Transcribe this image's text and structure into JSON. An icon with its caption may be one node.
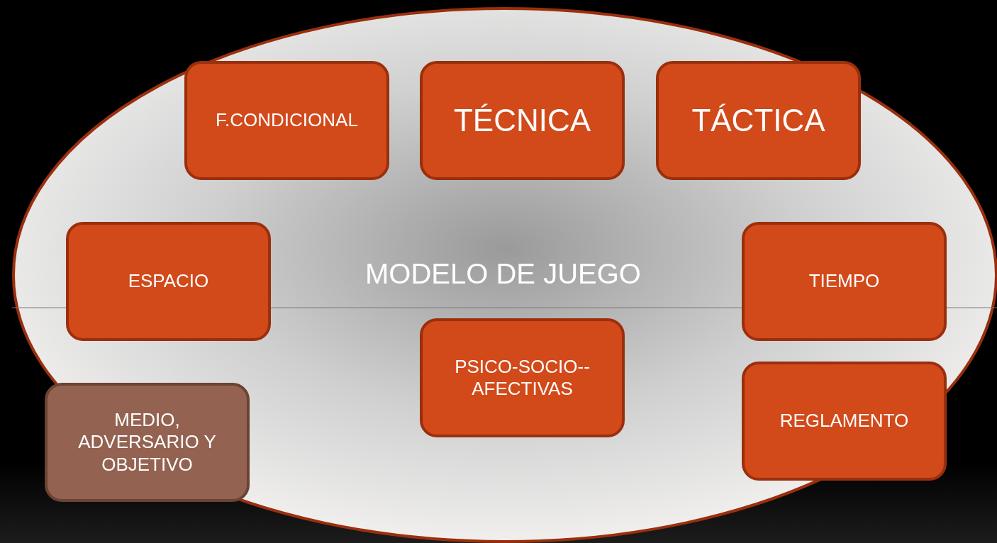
{
  "diagram": {
    "nodes": [
      {
        "text": [
          "MODELO DE JUEGO"
        ]
      },
      {
        "text": [
          "F.CONDICIONAL"
        ],
        "in": 0
      },
      {
        "text": [
          "TÉCNICA"
        ],
        "in": 0
      },
      {
        "text": [
          "TÁCTICA"
        ],
        "in": 0
      },
      {
        "text": [
          "ESPACIO"
        ],
        "in": 0
      },
      {
        "text": [
          "TIEMPO"
        ],
        "in": 0
      },
      {
        "text": [
          "PSICO-SOCIO-- AFECTIVAS"
        ],
        "in": 0
      },
      {
        "text": [
          "MEDIO, ADVERSARIO Y OBJETIVO"
        ],
        "in": 0
      },
      {
        "text": [
          "REGLAMENTO"
        ],
        "in": 0
      }
    ]
  }
}
